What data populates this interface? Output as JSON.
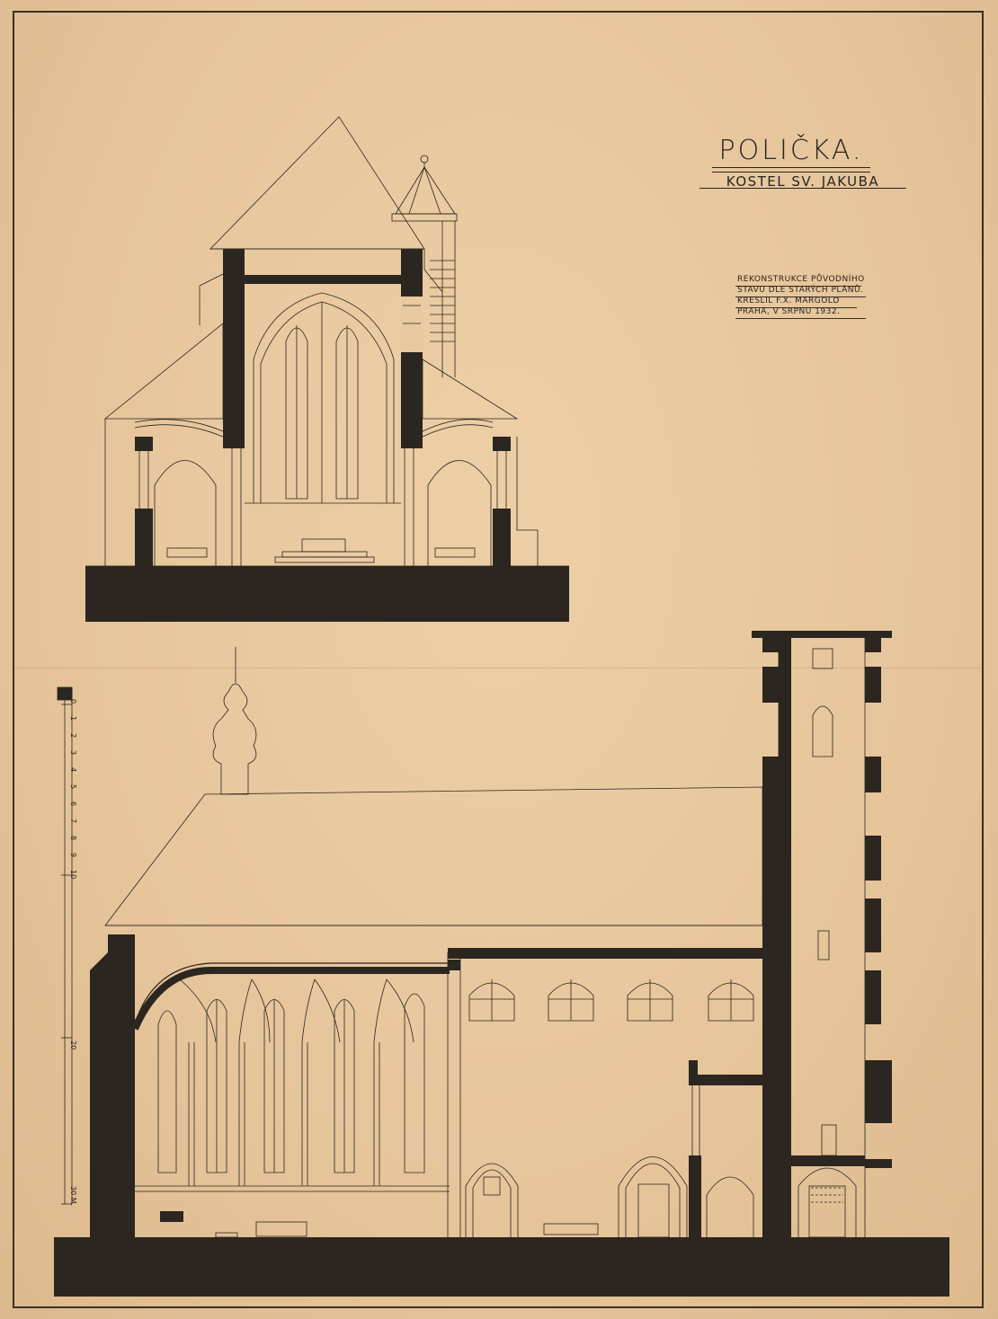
{
  "title": "POLIČKA.",
  "subtitle": "KOSTEL SV. JAKUBA",
  "notes": [
    "REKONSTRUKCE PŮVODNÍHO",
    "STAVU DLE STARÝCH PLÁNŮ.",
    "KRESLIL F.X. MARGOLD",
    "PRAHA, V SRPNU 1932."
  ],
  "scale_labels": [
    "0",
    "1",
    "2",
    "3",
    "4",
    "5",
    "6",
    "7",
    "8",
    "9",
    "10",
    "20",
    "30 M."
  ],
  "colors": {
    "paper": "#e8c9a0",
    "ink": "#2a2420",
    "fill": "#2b261f"
  }
}
